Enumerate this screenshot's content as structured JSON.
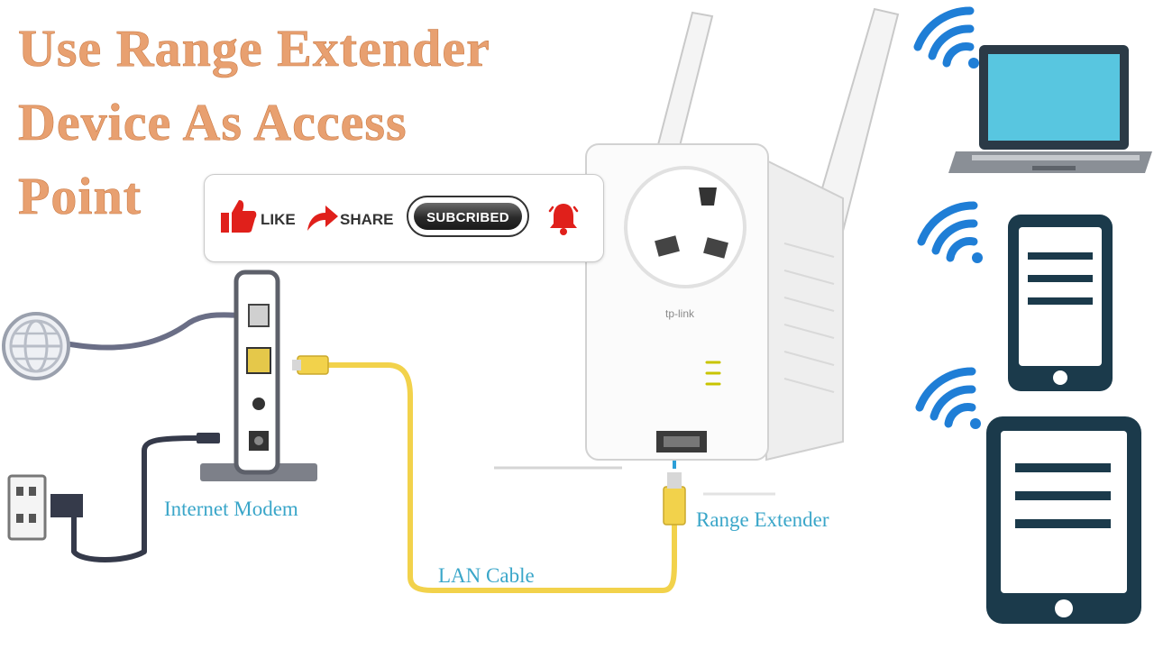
{
  "title": {
    "line1": "Use Range Extender",
    "line2": "Device As Access",
    "line3": "Point"
  },
  "social": {
    "like_label": "LIKE",
    "share_label": "SHARE",
    "subscribe_label": "SUBCRIBED"
  },
  "labels": {
    "modem": "Internet Modem",
    "cable": "LAN Cable",
    "extender": "Range Extender"
  },
  "device": {
    "brand": "tp-link"
  },
  "icons": [
    "globe-icon",
    "power-outlet-icon",
    "modem-icon",
    "lan-cable-icon",
    "range-extender-icon",
    "wifi-icon",
    "laptop-icon",
    "tablet-icon",
    "like-icon",
    "share-icon",
    "bell-icon"
  ],
  "colors": {
    "title": "#e8a070",
    "label": "#3aa6c9",
    "cable": "#f2d24b",
    "wifi": "#1f7ed6",
    "device_dark": "#1b3a4b",
    "screen": "#58c6e0",
    "accent_red": "#e0201b"
  }
}
